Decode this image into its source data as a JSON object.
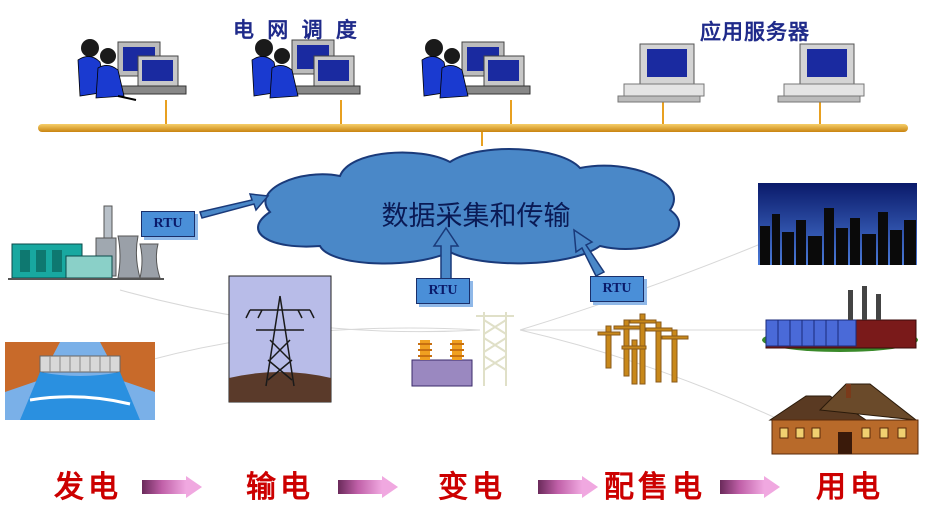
{
  "top_labels": {
    "dispatch": "电 网 调 度",
    "app_servers": "应用服务器"
  },
  "cloud_label": "数据采集和传输",
  "rtu_label": "RTU",
  "stages": [
    {
      "label": "发电"
    },
    {
      "label": "输电"
    },
    {
      "label": "变电"
    },
    {
      "label": "配售电"
    },
    {
      "label": "用电"
    }
  ],
  "colors": {
    "bus": "#e8a020",
    "cloud": "#4a88c8",
    "stage_text": "#cc0000",
    "stage_arrow": "#e070b8",
    "title_text": "#1f2a8a"
  }
}
